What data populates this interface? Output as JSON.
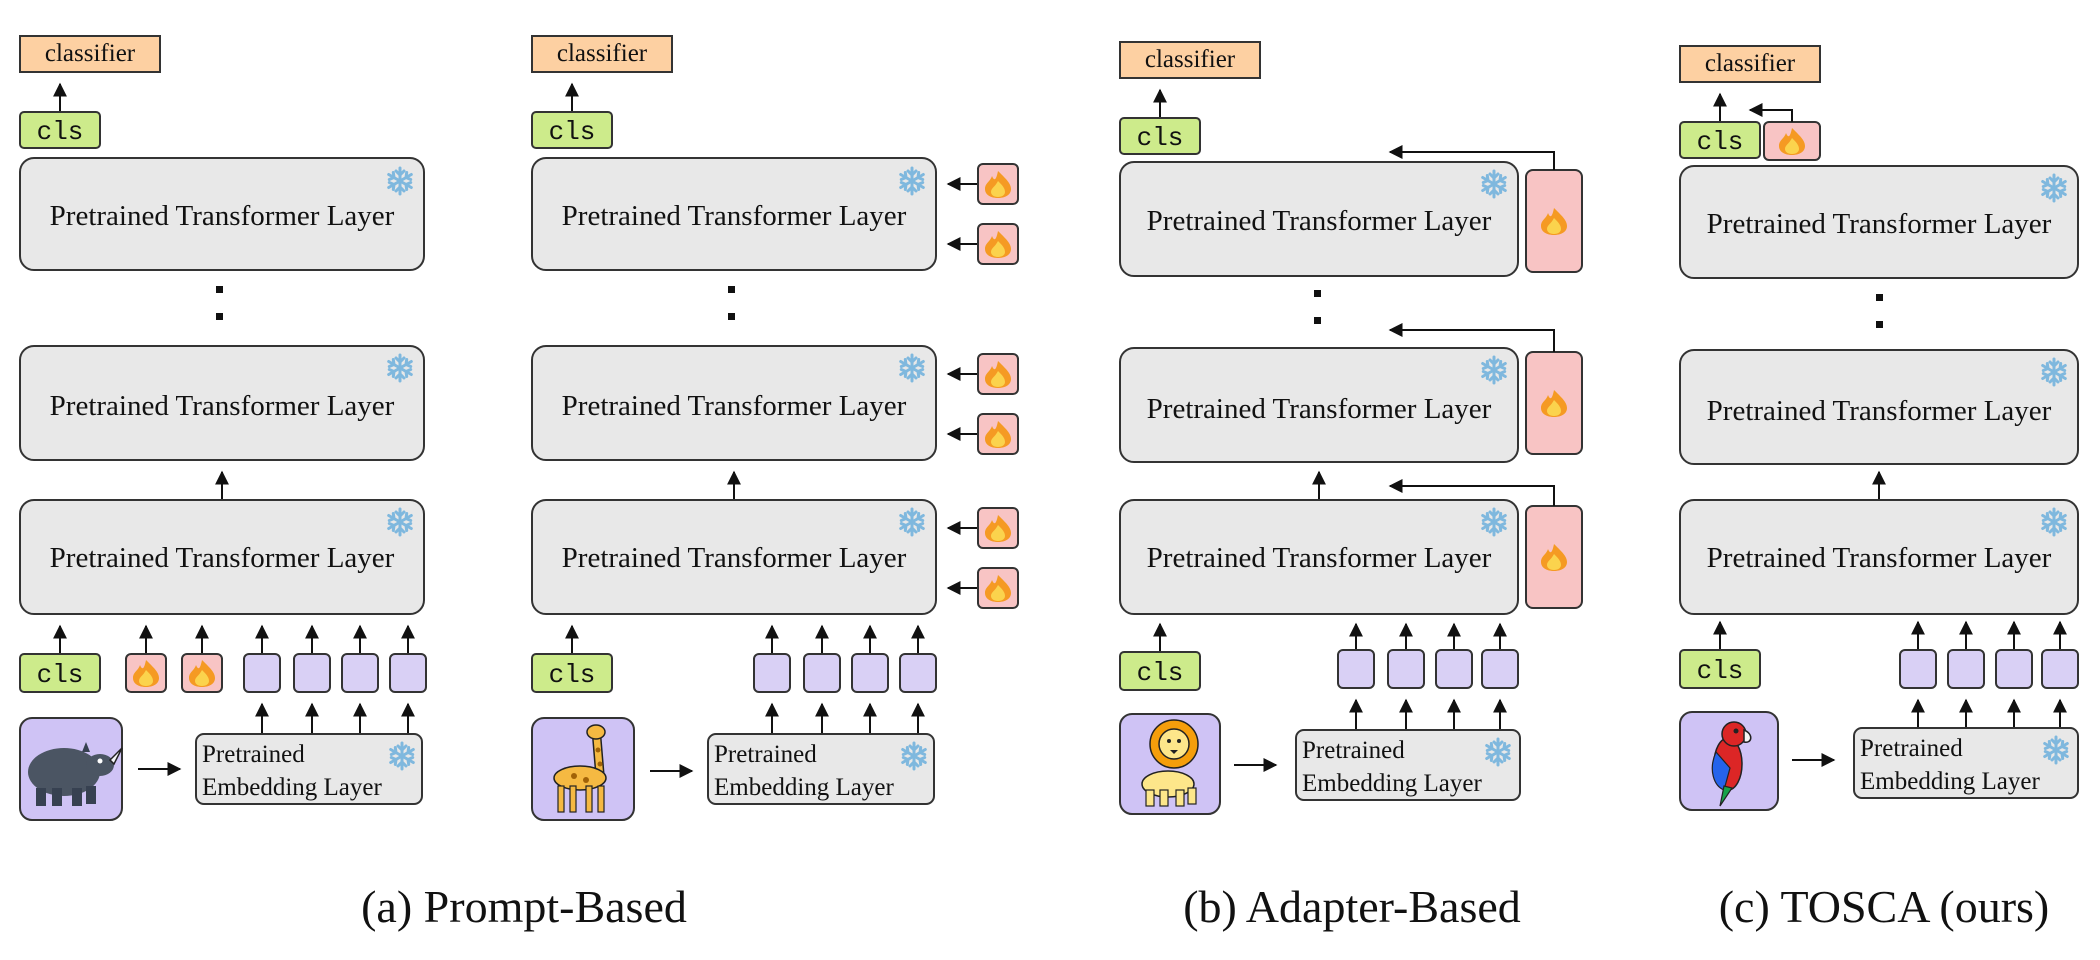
{
  "labels": {
    "classifier": "classifier",
    "cls": "cls",
    "layer": "Pretrained Transformer Layer",
    "embedding_line1": "Pretrained",
    "embedding_line2": "Embedding Layer"
  },
  "captions": {
    "a": "(a) Prompt-Based",
    "b": "(b) Adapter-Based",
    "c": "(c) TOSCA (ours)"
  },
  "icons": {
    "frozen": "snowflake-icon",
    "trainable": "flame-icon",
    "image_a": "rhino-icon",
    "image_b": "giraffe-icon",
    "image_c": "lion-icon",
    "image_d": "parrot-icon"
  },
  "colors": {
    "classifier_fill": "#fdd0a2",
    "cls_fill": "#cdeb8b",
    "layer_fill": "#e8e8e8",
    "token_fill": "#d9d0f5",
    "prompt_fill": "#f8c4c4",
    "image_fill": "#cfc3f5",
    "snowflake": "#7fb8de"
  }
}
